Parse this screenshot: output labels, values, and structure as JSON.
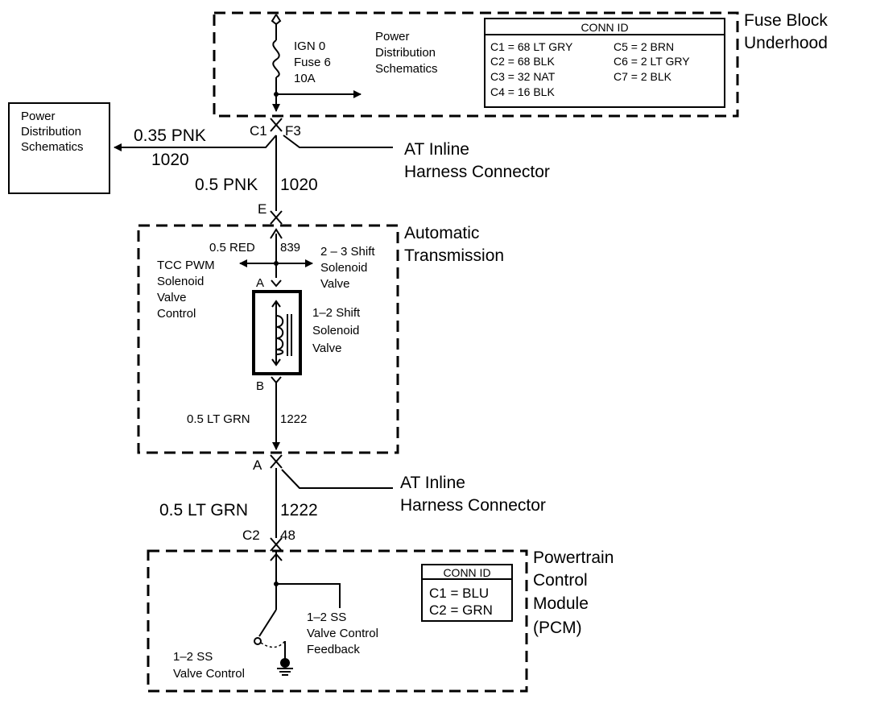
{
  "fuse_block": {
    "label_1": "Fuse Block",
    "label_2": "Underhood",
    "fuse_1": "IGN 0",
    "fuse_2": "Fuse 6",
    "fuse_3": "10A",
    "pds_1": "Power",
    "pds_2": "Distribution",
    "pds_3": "Schematics",
    "conn_id": {
      "title": "CONN ID",
      "left": [
        "C1 = 68 LT GRY",
        "C2 = 68 BLK",
        "C3 = 32 NAT",
        "C4 = 16 BLK"
      ],
      "right": [
        "C5 = 2 BRN",
        "C6 = 2 LT GRY",
        "C7 = 2 BLK"
      ]
    },
    "pin_c1": "C1",
    "pin_f3": "F3"
  },
  "pds_box": {
    "line_1": "Power",
    "line_2": "Distribution",
    "line_3": "Schematics"
  },
  "wire_top": {
    "left_gauge": "0.35 PNK",
    "left_circuit": "1020",
    "down_gauge": "0.5 PNK",
    "down_circuit": "1020"
  },
  "inline_1": {
    "line_1": "AT Inline",
    "line_2": "Harness Connector",
    "pin": "E"
  },
  "transmission": {
    "label_1": "Automatic",
    "label_2": "Transmission",
    "wire_gauge": "0.5 RED",
    "wire_circuit": "839",
    "shift23_1": "2 – 3 Shift",
    "shift23_2": "Solenoid",
    "shift23_3": "Valve",
    "tcc_1": "TCC PWM",
    "tcc_2": "Solenoid",
    "tcc_3": "Valve",
    "tcc_4": "Control",
    "pin_a": "A",
    "pin_b": "B",
    "shift12_1": "1–2 Shift",
    "shift12_2": "Solenoid",
    "shift12_3": "Valve",
    "out_gauge": "0.5 LT GRN",
    "out_circuit": "1222"
  },
  "inline_2": {
    "line_1": "AT Inline",
    "line_2": "Harness Connector",
    "pin": "A"
  },
  "wire_bottom": {
    "gauge": "0.5 LT GRN",
    "circuit": "1222"
  },
  "pcm": {
    "label_1": "Powertrain",
    "label_2": "Control",
    "label_3": "Module",
    "label_4": "(PCM)",
    "pin_c2": "C2",
    "pin_48": "48",
    "conn_id": {
      "title": "CONN ID",
      "lines": [
        "C1 = BLU",
        "C2 = GRN"
      ]
    },
    "feedback_1": "1–2 SS",
    "feedback_2": "Valve Control",
    "feedback_3": "Feedback",
    "control_1": "1–2 SS",
    "control_2": "Valve Control"
  }
}
